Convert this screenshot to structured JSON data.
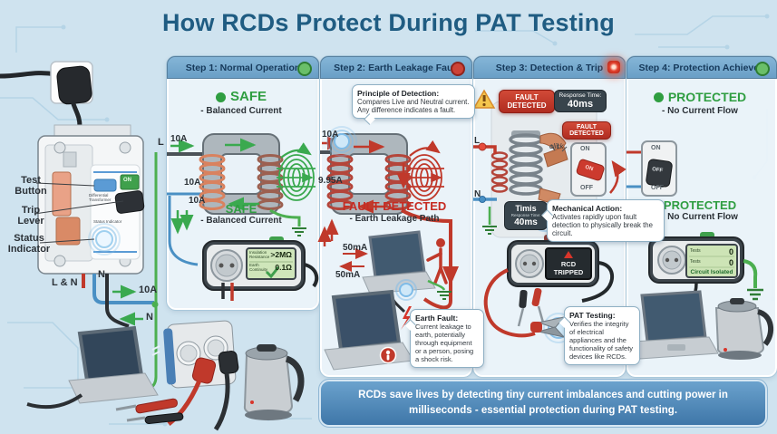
{
  "title": "How RCDs Protect During PAT Testing",
  "colors": {
    "background": "#cfe3ef",
    "title_blue": "#1f5c82",
    "panel_header_blue": "#699fc6",
    "safe_green": "#2f9e41",
    "fault_red": "#c62b22",
    "badge_dark": "#38444c",
    "banner_blue": "#3e76a8",
    "accent_blue": "#5b9bd5",
    "earth_green": "#4caf50"
  },
  "left_scene": {
    "labels": {
      "test_button": "Test Button",
      "trip_lever": "Trip Lever",
      "status_indicator": "Status Indicator"
    },
    "device_text": {
      "differential_transformer": "Differential Transformer",
      "status_indicator": "Status Indicator",
      "switch_on": "ON"
    },
    "wires": {
      "live": "L",
      "neutral_top": "N",
      "live_neutral": "L & N",
      "current": "10A",
      "neutral_return": "N"
    }
  },
  "step1": {
    "header": "Step 1: Normal Operation",
    "status_top": {
      "label": "SAFE",
      "sub": "- Balanced Current"
    },
    "currents": {
      "live_in": "10A",
      "neutral_a": "10A",
      "neutral_b": "10A"
    },
    "status_bottom": {
      "label": "SAFE",
      "sub": "- Balanced Current"
    },
    "tester": {
      "rows": [
        {
          "label": "Insulation Resistance",
          "value": ">2MΩ"
        },
        {
          "label": "Earth Continuity",
          "value": "0.1Ω"
        }
      ]
    }
  },
  "step2": {
    "header": "Step 2: Earth Leakage Fault",
    "detection_callout": {
      "title": "Principle of Detection:",
      "body": "Compares Live and Neutral current. Any difference indicates a fault."
    },
    "currents": {
      "live_in": "10A",
      "neutral_out": "9.95A",
      "leak_a": "50mA",
      "leak_b": "50mA"
    },
    "status": {
      "label": "FAULT DETECTED",
      "sub": "- Earth Leakage Path"
    },
    "earth_fault_callout": {
      "title": "Earth Fault:",
      "body": "Current leakage to earth, potentially through equipment or a person, posing a shock risk."
    }
  },
  "step3": {
    "header": "Step 3: Detection & Trip",
    "fault_badge": "FAULT DETECTED",
    "response_badge": {
      "label": "Response Time:",
      "value": "40ms"
    },
    "fault_badge2": "FAULT DETECTED",
    "click": "click",
    "switch": {
      "on": "ON",
      "lever": "ON",
      "off": "OFF"
    },
    "wires": {
      "live": "L",
      "neutral": "N"
    },
    "time_badge": {
      "title": "Timis",
      "label": "Response Time:",
      "value": "40ms"
    },
    "mechanical_callout": {
      "title": "Mechanical Action:",
      "body": "Activates rapidly upon fault detection to physically break the circuit."
    },
    "tester_screen": "RCD TRIPPED",
    "pat_callout": {
      "title": "PAT Testing:",
      "body": "Verifies the integrity of electrical appliances and the functionality of safety devices like RCDs."
    }
  },
  "step4": {
    "header": "Step 4: Protection Achieved",
    "status_top": {
      "label": "PROTECTED",
      "sub": "- No Current Flow"
    },
    "switch": {
      "on": "ON",
      "lever": "OFF",
      "off": "OFF"
    },
    "status_bottom": {
      "label": "PROTECTED",
      "sub": "- No Current Flow"
    },
    "tester": {
      "rows": [
        {
          "label": "Tests",
          "value": "0"
        },
        {
          "label": "Tests",
          "value": "0"
        }
      ],
      "footer": "Circuit Isolated"
    }
  },
  "banner": {
    "text": "RCDs save lives by detecting tiny current imbalances and cutting power in milliseconds - essential protection during PAT testing."
  }
}
